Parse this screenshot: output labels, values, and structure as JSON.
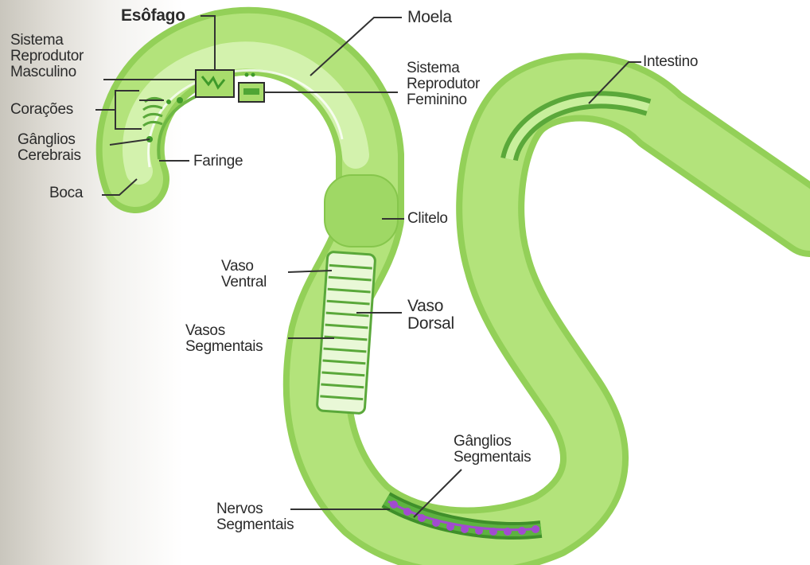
{
  "labels": {
    "esofago": "Esôfago",
    "moela": "Moela",
    "sistema_reprodutor_masculino": "Sistema\nReprodutor\nMasculino",
    "sistema_reprodutor_feminino": "Sistema\nReprodutor\nFeminino",
    "coracoes": "Corações",
    "ganglios_cerebrais": "Gânglios\nCerebrais",
    "faringe": "Faringe",
    "boca": "Boca",
    "intestino": "Intestino",
    "clitelo": "Clitelo",
    "vaso_ventral": "Vaso\nVentral",
    "vaso_dorsal": "Vaso\nDorsal",
    "vasos_segmentais": "Vasos\nSegmentais",
    "ganglios_segmentais": "Gânglios\nSegmentais",
    "nervos_segmentais": "Nervos\nSegmentais"
  },
  "colors": {
    "body_light": "#c5ec96",
    "body_mid": "#a9dd6d",
    "body_dark": "#7cc24a",
    "organ_dark": "#3f9a2a",
    "ganglia": "#a24bd0"
  }
}
